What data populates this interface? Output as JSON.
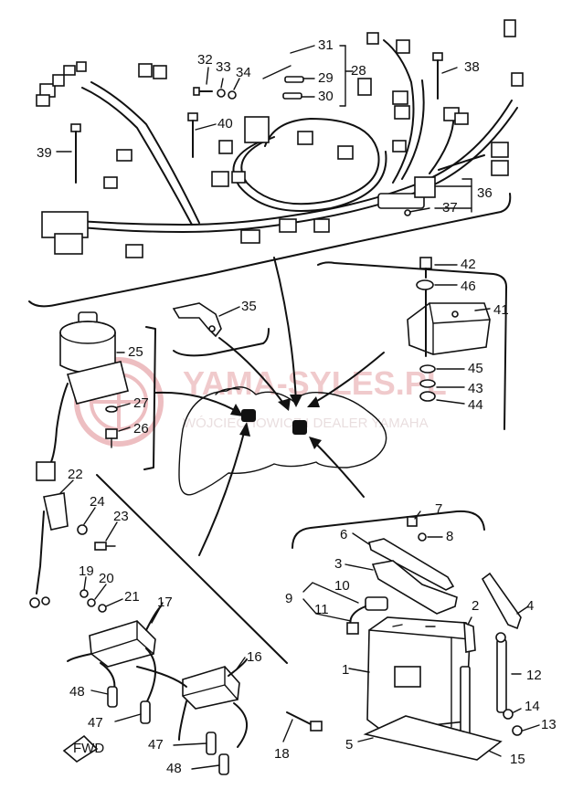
{
  "watermark": {
    "brand": "YAMA-SYLES.PL",
    "tagline": "WÓJCIECHOWICZ I DEALER YAMAHA"
  },
  "fwd_label": "FWD",
  "parts": [
    {
      "id": "p1",
      "label": "1"
    },
    {
      "id": "p2",
      "label": "2"
    },
    {
      "id": "p3",
      "label": "3"
    },
    {
      "id": "p4",
      "label": "4"
    },
    {
      "id": "p5",
      "label": "5"
    },
    {
      "id": "p6",
      "label": "6"
    },
    {
      "id": "p7",
      "label": "7"
    },
    {
      "id": "p8",
      "label": "8"
    },
    {
      "id": "p9",
      "label": "9"
    },
    {
      "id": "p10",
      "label": "10"
    },
    {
      "id": "p11",
      "label": "11"
    },
    {
      "id": "p12",
      "label": "12"
    },
    {
      "id": "p13",
      "label": "13"
    },
    {
      "id": "p14",
      "label": "14"
    },
    {
      "id": "p15",
      "label": "15"
    },
    {
      "id": "p16",
      "label": "16"
    },
    {
      "id": "p17",
      "label": "17"
    },
    {
      "id": "p18",
      "label": "18"
    },
    {
      "id": "p19",
      "label": "19"
    },
    {
      "id": "p20",
      "label": "20"
    },
    {
      "id": "p21",
      "label": "21"
    },
    {
      "id": "p22",
      "label": "22"
    },
    {
      "id": "p23",
      "label": "23"
    },
    {
      "id": "p24",
      "label": "24"
    },
    {
      "id": "p25",
      "label": "25"
    },
    {
      "id": "p26",
      "label": "26"
    },
    {
      "id": "p27",
      "label": "27"
    },
    {
      "id": "p28",
      "label": "28"
    },
    {
      "id": "p29",
      "label": "29"
    },
    {
      "id": "p30",
      "label": "30"
    },
    {
      "id": "p31",
      "label": "31"
    },
    {
      "id": "p32",
      "label": "32"
    },
    {
      "id": "p33",
      "label": "33"
    },
    {
      "id": "p34",
      "label": "34"
    },
    {
      "id": "p35",
      "label": "35"
    },
    {
      "id": "p36",
      "label": "36"
    },
    {
      "id": "p37",
      "label": "37"
    },
    {
      "id": "p38",
      "label": "38"
    },
    {
      "id": "p39",
      "label": "39"
    },
    {
      "id": "p40",
      "label": "40"
    },
    {
      "id": "p41",
      "label": "41"
    },
    {
      "id": "p42",
      "label": "42"
    },
    {
      "id": "p43",
      "label": "43"
    },
    {
      "id": "p44",
      "label": "44"
    },
    {
      "id": "p45",
      "label": "45"
    },
    {
      "id": "p46",
      "label": "46"
    },
    {
      "id": "p47a",
      "label": "47"
    },
    {
      "id": "p47b",
      "label": "47"
    },
    {
      "id": "p48a",
      "label": "48"
    },
    {
      "id": "p48b",
      "label": "48"
    }
  ]
}
